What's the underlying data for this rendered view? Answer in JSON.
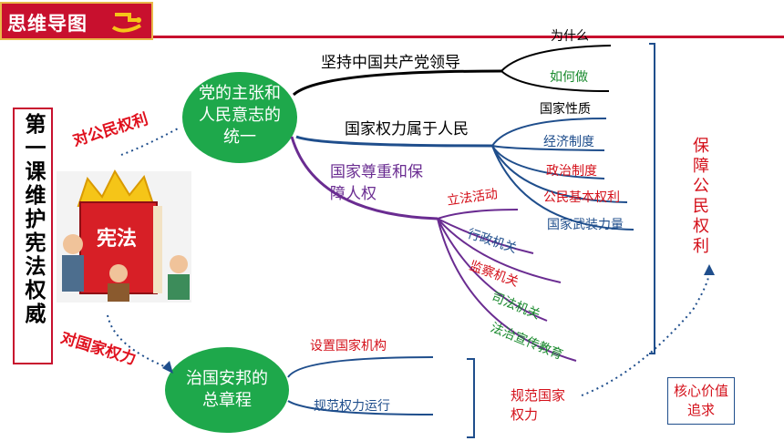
{
  "header": {
    "title": "思维导图"
  },
  "lesson": {
    "title": "第一课维护宪法权威"
  },
  "image": {
    "label": "宪法"
  },
  "relations": {
    "to_rights": "对公民权利",
    "to_state": "对国家权力"
  },
  "bubbles": {
    "unity": "党的主张和人民意志的统一",
    "charter": "治国安邦的总章程"
  },
  "branches": {
    "party": {
      "label": "坚持中国共产党领导",
      "children": [
        "为什么",
        "如何做"
      ]
    },
    "power": {
      "label": "国家权力属于人民",
      "children": [
        "国家性质",
        "经济制度",
        "政治制度",
        "公民基本权利",
        "国家武装力量"
      ]
    },
    "respect": {
      "label": "国家尊重和保障人权",
      "children": [
        "立法活动",
        "行政机关",
        "监察机关",
        "司法机关",
        "法治宣传教育"
      ]
    },
    "organs": {
      "label": "设置国家机构"
    },
    "regulate": {
      "label": "规范权力运行"
    }
  },
  "summary": {
    "protect_rights": "保障公民权利",
    "standardize_power": "规范国家权力",
    "core_value": "核心价值追求"
  },
  "colors": {
    "accent_red": "#c8102e",
    "bubble_green": "#1ea84b",
    "navy": "#1f4e8c",
    "purple": "#6a2c91",
    "green_text": "#1a8a2e"
  }
}
